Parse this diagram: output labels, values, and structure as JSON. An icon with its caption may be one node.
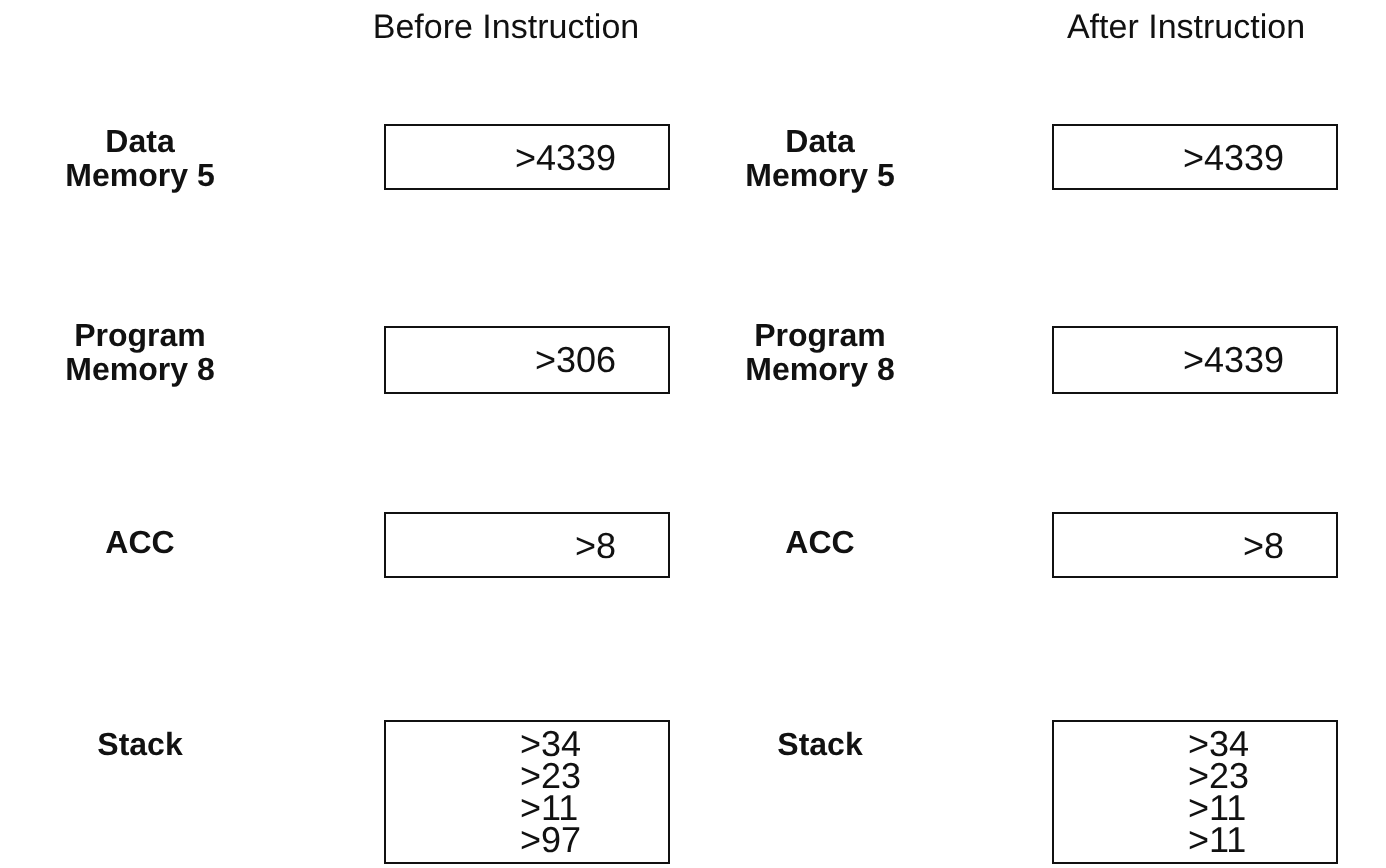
{
  "diagram": {
    "nodes": [
      {
        "text": [
          ">4339"
        ]
      },
      {
        "text": [
          ">4339"
        ]
      },
      {
        "text": [
          ">306"
        ]
      },
      {
        "text": [
          ">4339"
        ]
      },
      {
        "text": [
          ">8"
        ]
      },
      {
        "text": [
          ">8"
        ]
      },
      {
        "text": [
          ">34",
          ">23",
          ">11",
          ">97"
        ]
      },
      {
        "text": [
          ">34",
          ">23",
          ">11",
          ">11"
        ]
      }
    ],
    "labels": [
      "Before Instruction",
      "After Instruction",
      "Data Memory 5",
      "Data Memory 5",
      "Program Memory 8",
      "Program Memory 8",
      "ACC",
      "ACC",
      "Stack",
      "Stack"
    ]
  }
}
